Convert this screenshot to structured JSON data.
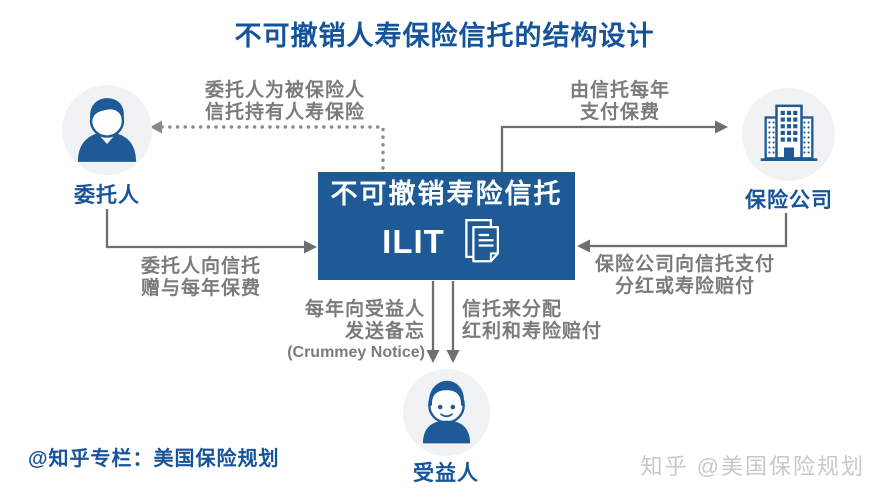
{
  "title": "不可撤销人寿保险信托的结构设计",
  "nodes": {
    "grantor": {
      "label": "委托人",
      "icon": "person-icon"
    },
    "trust": {
      "name": "不可撤销寿险信托",
      "abbr": "ILIT",
      "icon": "document-icon"
    },
    "insurer": {
      "label": "保险公司",
      "icon": "building-icon"
    },
    "beneficiary": {
      "label": "受益人",
      "icon": "child-icon"
    }
  },
  "edges": {
    "trust_holds_policy": {
      "line1": "委托人为被保险人",
      "line2": "信托持有人寿保险",
      "style": "dotted"
    },
    "trust_pays_premium": {
      "line1": "由信托每年",
      "line2": "支付保费",
      "style": "solid"
    },
    "grantor_gifts": {
      "line1": "委托人向信托",
      "line2": "赠与每年保费",
      "style": "solid"
    },
    "insurer_pays": {
      "line1": "保险公司向信托支付",
      "line2": "分红或寿险赔付",
      "style": "solid"
    },
    "crummey_notice": {
      "line1": "每年向受益人",
      "line2": "发送备忘",
      "line3": "(Crummey Notice)",
      "style": "solid"
    },
    "trust_distributes": {
      "line1": "信托来分配",
      "line2": "红利和寿险赔付",
      "style": "solid"
    }
  },
  "footer": {
    "left": "@知乎专栏：美国保险规划",
    "right": "知乎 @美国保险规划"
  },
  "colors": {
    "primary_blue": "#1e5b96",
    "title_blue": "#15549b",
    "gray_text": "#7b7b7b",
    "arrow_gray": "#6e6e6e",
    "circle_bg": "#f1f2f4",
    "watermark_gray": "#c8c8c8"
  }
}
